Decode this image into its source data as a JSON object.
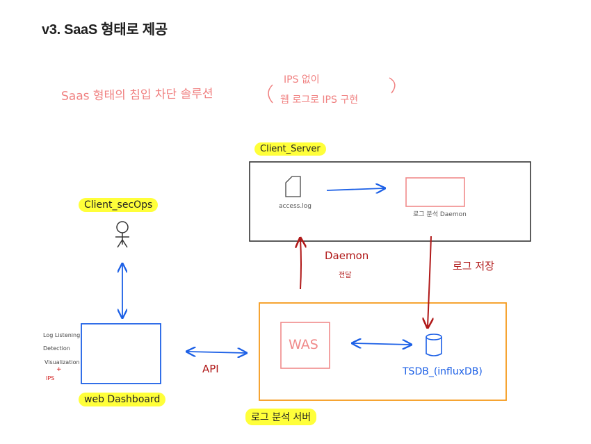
{
  "page": {
    "title": "v3. SaaS 형태로 제공"
  },
  "headline": {
    "text": "Saas 형태의 침입 차단 솔루션",
    "note_line1": "IPS 없이",
    "note_line2": "웹 로그로 IPS 구현"
  },
  "client_server": {
    "label": "Client_Server",
    "file_label": "access.log",
    "daemon_label": "로그 분석 Daemon"
  },
  "client_secops": {
    "label": "Client_secOps"
  },
  "dashboard": {
    "label": "web Dashboard",
    "features": [
      "Log Listening",
      "Detection",
      "Visualization",
      "+",
      "IPS"
    ]
  },
  "analysis_server": {
    "label": "로그 분석 서버",
    "was_label": "WAS",
    "db_label": "TSDB_(influxDB)"
  },
  "edges": {
    "daemon_transfer": "Daemon",
    "daemon_transfer_sub": "전달",
    "log_store": "로그 저장",
    "api": "API"
  },
  "colors": {
    "title": "#1f1f1f",
    "pink_note": "#f08080",
    "dark_red": "#b01818",
    "blue": "#1b5fe6",
    "orange": "#f59a1c",
    "highlight": "#ffff3a",
    "box_pink": "#f08a8a",
    "server_border": "#333333"
  },
  "icons": [
    "file-icon",
    "person-icon",
    "database-icon"
  ]
}
